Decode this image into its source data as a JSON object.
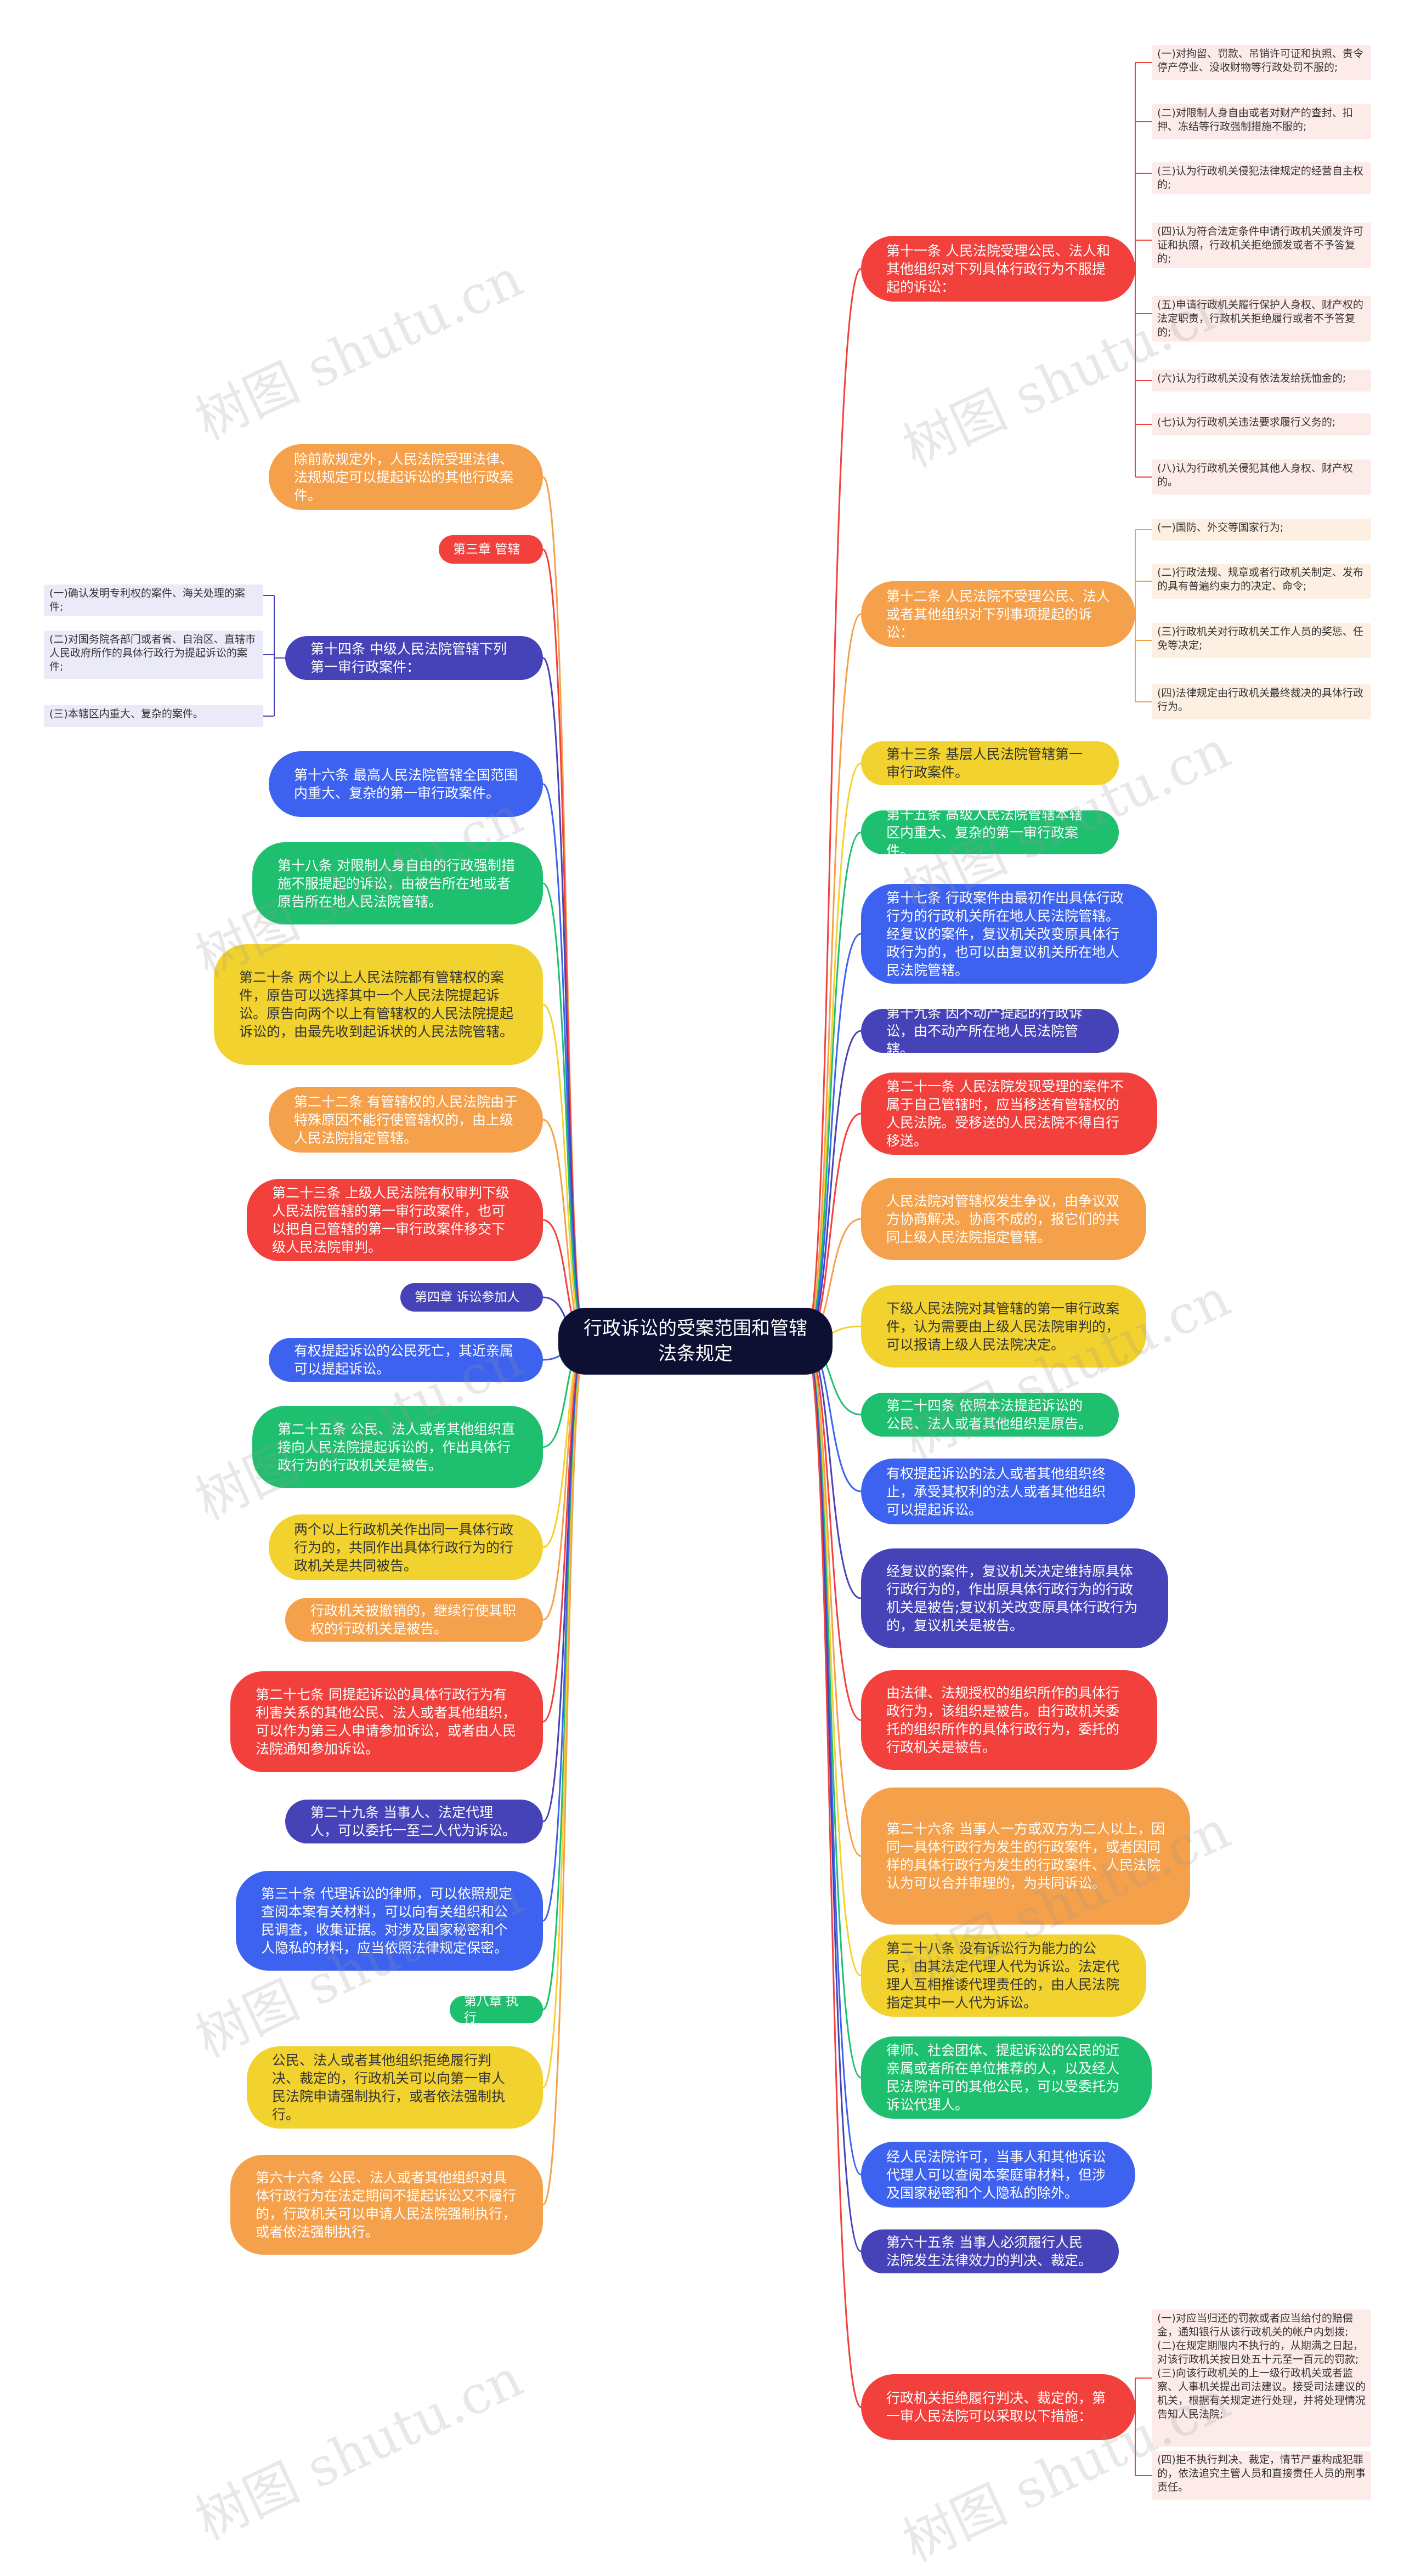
{
  "root": "行政诉讼的受案范围和管辖法条规定",
  "colors": {
    "red": "#f2403d",
    "orange": "#f5a04a",
    "yellow": "#f2d22e",
    "green": "#1fbf70",
    "blue": "#3d62f0",
    "indigo": "#4643b8",
    "root": "#0d1033",
    "leaf_red": "#fdebea",
    "leaf_orange": "#fdf0e3",
    "leaf_blue": "#eaeaf8"
  },
  "right_nodes": [
    {
      "text": "第十一条 人民法院受理公民、法人和其他组织对下列具体行政行为不服提起的诉讼：",
      "color": "red",
      "leaves": [
        "(一)对拘留、罚款、吊销许可证和执照、责令停产停业、没收财物等行政处罚不服的;",
        "(二)对限制人身自由或者对财产的查封、扣押、冻结等行政强制措施不服的;",
        "(三)认为行政机关侵犯法律规定的经营自主权的;",
        "(四)认为符合法定条件申请行政机关颁发许可证和执照，行政机关拒绝颁发或者不予答复的;",
        "(五)申请行政机关履行保护人身权、财产权的法定职责，行政机关拒绝履行或者不予答复的;",
        "(六)认为行政机关没有依法发给抚恤金的;",
        "(七)认为行政机关违法要求履行义务的;",
        "(八)认为行政机关侵犯其他人身权、财产权的。"
      ]
    },
    {
      "text": "第十二条 人民法院不受理公民、法人或者其他组织对下列事项提起的诉讼：",
      "color": "orange",
      "leaves": [
        "(一)国防、外交等国家行为;",
        "(二)行政法规、规章或者行政机关制定、发布的具有普遍约束力的决定、命令;",
        "(三)行政机关对行政机关工作人员的奖惩、任免等决定;",
        "(四)法律规定由行政机关最终裁决的具体行政行为。"
      ]
    },
    {
      "text": "第十三条 基层人民法院管辖第一审行政案件。",
      "color": "yellow"
    },
    {
      "text": "第十五条 高级人民法院管辖本辖区内重大、复杂的第一审行政案件。",
      "color": "green"
    },
    {
      "text": "第十七条 行政案件由最初作出具体行政行为的行政机关所在地人民法院管辖。经复议的案件，复议机关改变原具体行政行为的，也可以由复议机关所在地人民法院管辖。",
      "color": "blue"
    },
    {
      "text": "第十九条 因不动产提起的行政诉讼，由不动产所在地人民法院管辖。",
      "color": "indigo"
    },
    {
      "text": "第二十一条 人民法院发现受理的案件不属于自己管辖时，应当移送有管辖权的人民法院。受移送的人民法院不得自行移送。",
      "color": "red"
    },
    {
      "text": "人民法院对管辖权发生争议，由争议双方协商解决。协商不成的，报它们的共同上级人民法院指定管辖。",
      "color": "orange"
    },
    {
      "text": "下级人民法院对其管辖的第一审行政案件，认为需要由上级人民法院审判的，可以报请上级人民法院决定。",
      "color": "yellow"
    },
    {
      "text": "第二十四条 依照本法提起诉讼的公民、法人或者其他组织是原告。",
      "color": "green"
    },
    {
      "text": "有权提起诉讼的法人或者其他组织终止，承受其权利的法人或者其他组织可以提起诉讼。",
      "color": "blue"
    },
    {
      "text": "经复议的案件，复议机关决定维持原具体行政行为的，作出原具体行政行为的行政机关是被告;复议机关改变原具体行政行为的，复议机关是被告。",
      "color": "indigo"
    },
    {
      "text": "由法律、法规授权的组织所作的具体行政行为，该组织是被告。由行政机关委托的组织所作的具体行政行为，委托的行政机关是被告。",
      "color": "red"
    },
    {
      "text": "第二十六条 当事人一方或双方为二人以上，因同一具体行政行为发生的行政案件，或者因同样的具体行政行为发生的行政案件、人民法院认为可以合并审理的，为共同诉讼。",
      "color": "orange"
    },
    {
      "text": "第二十八条 没有诉讼行为能力的公民，由其法定代理人代为诉讼。法定代理人互相推诿代理责任的，由人民法院指定其中一人代为诉讼。",
      "color": "yellow"
    },
    {
      "text": "律师、社会团体、提起诉讼的公民的近亲属或者所在单位推荐的人，以及经人民法院许可的其他公民，可以受委托为诉讼代理人。",
      "color": "green"
    },
    {
      "text": "经人民法院许可，当事人和其他诉讼代理人可以查阅本案庭审材料，但涉及国家秘密和个人隐私的除外。",
      "color": "blue"
    },
    {
      "text": "第六十五条 当事人必须履行人民法院发生法律效力的判决、裁定。",
      "color": "indigo"
    },
    {
      "text": "行政机关拒绝履行判决、裁定的，第一审人民法院可以采取以下措施：",
      "color": "red",
      "leaves": [
        "(一)对应当归还的罚款或者应当给付的赔偿金，通知银行从该行政机关的帐户内划拨;(二)在规定期限内不执行的，从期满之日起，对该行政机关按日处五十元至一百元的罚款;(三)向该行政机关的上一级行政机关或者监察、人事机关提出司法建议。接受司法建议的机关，根据有关规定进行处理，并将处理情况告知人民法院;",
        "(四)拒不执行判决、裁定，情节严重构成犯罪的，依法追究主管人员和直接责任人员的刑事责任。"
      ]
    }
  ],
  "left_nodes": [
    {
      "text": "除前款规定外，人民法院受理法律、法规规定可以提起诉讼的其他行政案件。",
      "color": "orange"
    },
    {
      "text": "第三章 管辖",
      "color": "red"
    },
    {
      "text": "第十四条 中级人民法院管辖下列第一审行政案件：",
      "color": "indigo",
      "leaves": [
        "(一)确认发明专利权的案件、海关处理的案件;",
        "(二)对国务院各部门或者省、自治区、直辖市人民政府所作的具体行政行为提起诉讼的案件;",
        "(三)本辖区内重大、复杂的案件。"
      ]
    },
    {
      "text": "第十六条 最高人民法院管辖全国范围内重大、复杂的第一审行政案件。",
      "color": "blue"
    },
    {
      "text": "第十八条 对限制人身自由的行政强制措施不服提起的诉讼，由被告所在地或者原告所在地人民法院管辖。",
      "color": "green"
    },
    {
      "text": "第二十条 两个以上人民法院都有管辖权的案件，原告可以选择其中一个人民法院提起诉讼。原告向两个以上有管辖权的人民法院提起诉讼的，由最先收到起诉状的人民法院管辖。",
      "color": "yellow"
    },
    {
      "text": "第二十二条 有管辖权的人民法院由于特殊原因不能行使管辖权的，由上级人民法院指定管辖。",
      "color": "orange"
    },
    {
      "text": "第二十三条 上级人民法院有权审判下级人民法院管辖的第一审行政案件，也可以把自己管辖的第一审行政案件移交下级人民法院审判。",
      "color": "red"
    },
    {
      "text": "第四章 诉讼参加人",
      "color": "indigo"
    },
    {
      "text": "有权提起诉讼的公民死亡，其近亲属可以提起诉讼。",
      "color": "blue"
    },
    {
      "text": "第二十五条 公民、法人或者其他组织直接向人民法院提起诉讼的，作出具体行政行为的行政机关是被告。",
      "color": "green"
    },
    {
      "text": "两个以上行政机关作出同一具体行政行为的，共同作出具体行政行为的行政机关是共同被告。",
      "color": "yellow"
    },
    {
      "text": "行政机关被撤销的，继续行使其职权的行政机关是被告。",
      "color": "orange"
    },
    {
      "text": "第二十七条 同提起诉讼的具体行政行为有利害关系的其他公民、法人或者其他组织，可以作为第三人申请参加诉讼，或者由人民法院通知参加诉讼。",
      "color": "red"
    },
    {
      "text": "第二十九条 当事人、法定代理人，可以委托一至二人代为诉讼。",
      "color": "indigo"
    },
    {
      "text": "第三十条 代理诉讼的律师，可以依照规定查阅本案有关材料，可以向有关组织和公民调查，收集证据。对涉及国家秘密和个人隐私的材料，应当依照法律规定保密。",
      "color": "blue"
    },
    {
      "text": "第八章 执行",
      "color": "green"
    },
    {
      "text": "公民、法人或者其他组织拒绝履行判决、裁定的，行政机关可以向第一审人民法院申请强制执行，或者依法强制执行。",
      "color": "yellow"
    },
    {
      "text": "第六十六条 公民、法人或者其他组织对具体行政行为在法定期间不提起诉讼又不履行的，行政机关可以申请人民法院强制执行，或者依法强制执行。",
      "color": "orange"
    }
  ],
  "watermark": "树图 shutu.cn"
}
